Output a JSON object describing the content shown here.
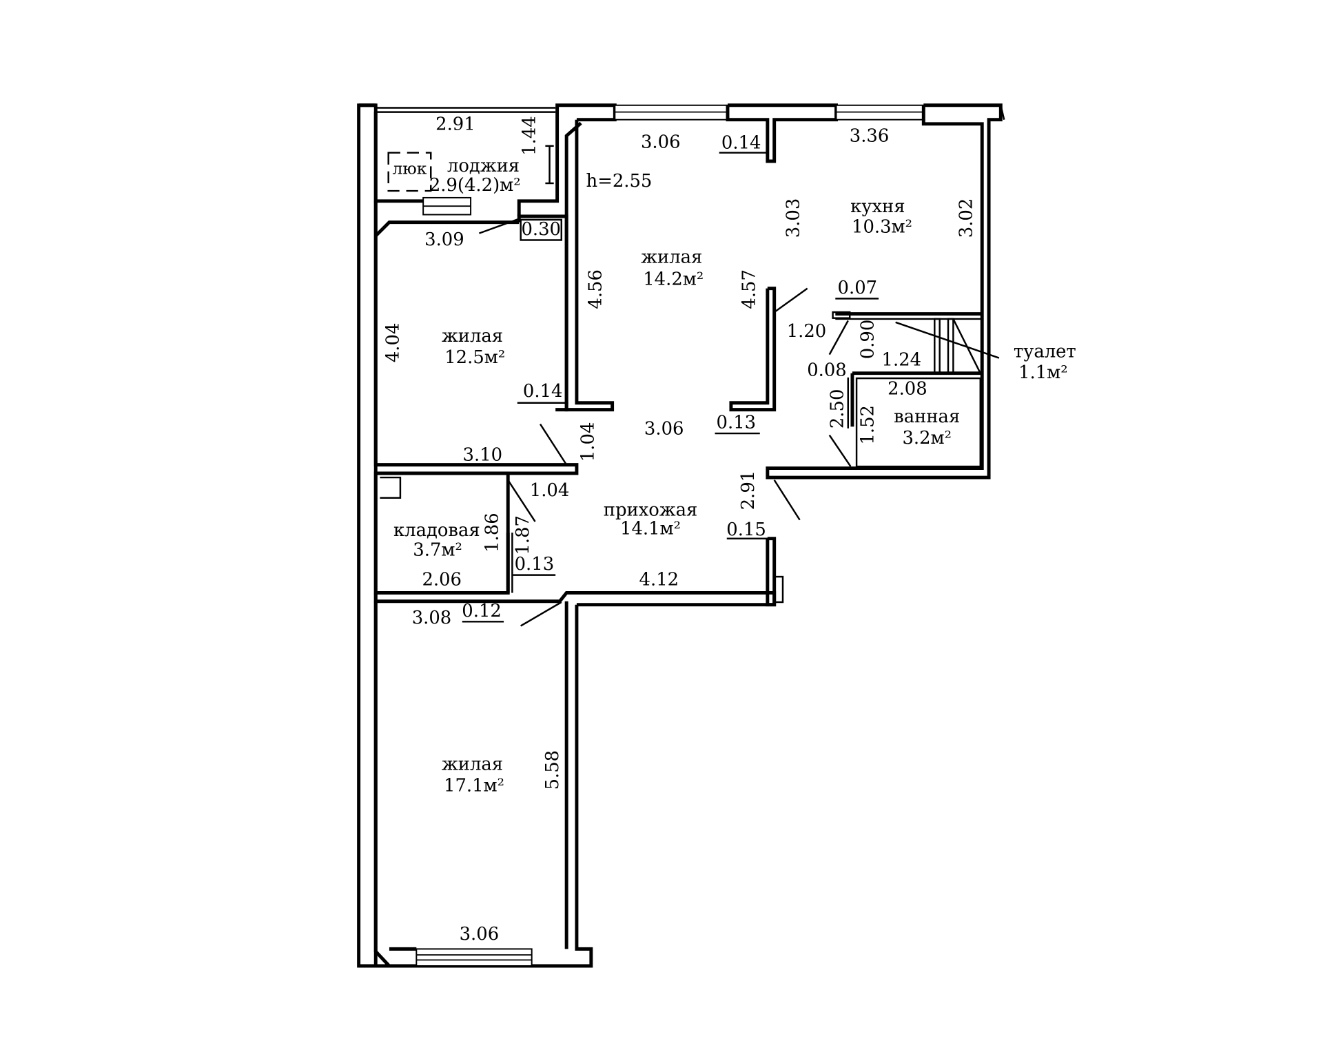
{
  "rooms": {
    "loggia": {
      "name": "лоджия",
      "area": "2.9(4.2)м²",
      "hatch": "люк"
    },
    "living_top": {
      "name": "жилая",
      "area": "14.2м²",
      "height": "h=2.55"
    },
    "kitchen": {
      "name": "кухня",
      "area": "10.3м²"
    },
    "living_left": {
      "name": "жилая",
      "area": "12.5м²"
    },
    "toilet": {
      "name": "туалет",
      "area": "1.1м²"
    },
    "bathroom": {
      "name": "ванная",
      "area": "3.2м²"
    },
    "hallway": {
      "name": "прихожая",
      "area": "14.1м²"
    },
    "storage": {
      "name": "кладовая",
      "area": "3.7м²"
    },
    "living_bottom": {
      "name": "жилая",
      "area": "17.1м²"
    }
  },
  "dimensions": {
    "loggia_width": "2.91",
    "loggia_depth": "1.44",
    "living_top_width_top": "3.06",
    "wall_kitchen_top": "0.14",
    "kitchen_width": "3.36",
    "kitchen_left": "3.03",
    "kitchen_right": "3.02",
    "living_left_top": "3.09",
    "wall_030": "0.30",
    "living_top_left": "4.56",
    "living_top_right": "4.57",
    "wall_007": "0.07",
    "door_120": "1.20",
    "toilet_depth": "0.90",
    "toilet_width": "1.24",
    "wall_008": "0.08",
    "bath_width": "2.08",
    "bath_left": "2.50",
    "bath_door": "1.52",
    "living_left_side": "4.04",
    "wall_014": "0.14",
    "door_104_v": "1.04",
    "living_top_width_bottom": "3.06",
    "wall_013_upper": "0.13",
    "living_left_bottom": "3.10",
    "door_104_h": "1.04",
    "hall_right": "2.91",
    "wall_015": "0.15",
    "storage_height_a": "1.86",
    "storage_height_b": "1.87",
    "wall_013_lower": "0.13",
    "storage_width": "2.06",
    "hall_bottom": "4.12",
    "living_bottom_top": "3.08",
    "wall_012": "0.12",
    "living_bottom_side": "5.58",
    "living_bottom_width": "3.06"
  }
}
